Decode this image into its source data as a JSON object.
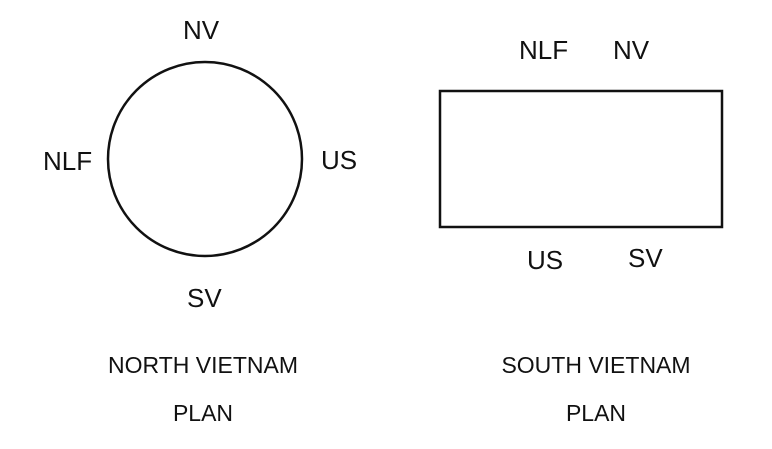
{
  "north_plan": {
    "top": "NV",
    "left": "NLF",
    "right": "US",
    "bottom": "SV",
    "caption_line1": "NORTH VIETNAM",
    "caption_line2": "PLAN"
  },
  "south_plan": {
    "top_left": "NLF",
    "top_right": "NV",
    "bottom_left": "US",
    "bottom_right": "SV",
    "caption_line1": "SOUTH VIETNAM",
    "caption_line2": "PLAN"
  },
  "colors": {
    "line": "#111111",
    "background": "#ffffff"
  }
}
